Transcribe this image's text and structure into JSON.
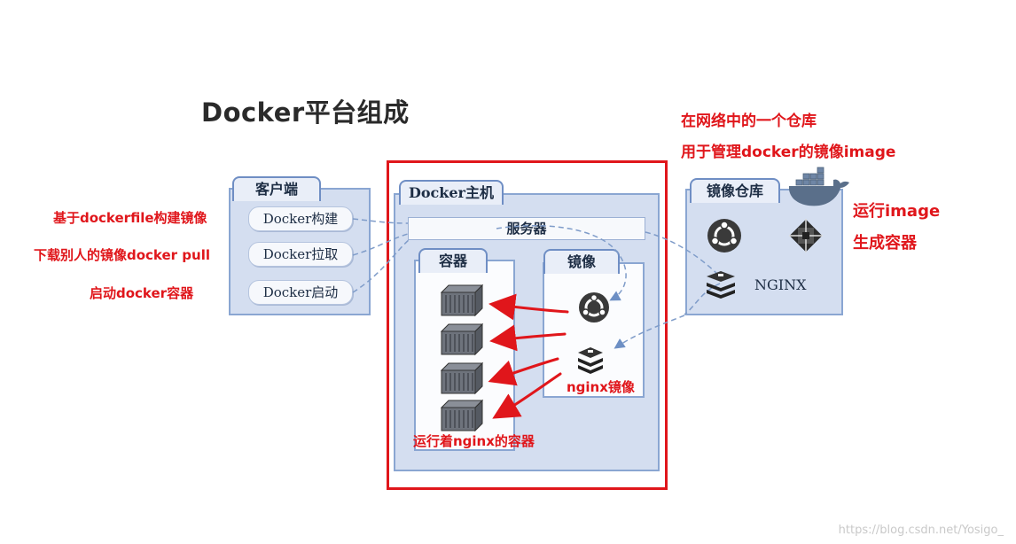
{
  "title": "Docker平台组成",
  "client": {
    "label": "客户端",
    "commands": [
      "Docker构建",
      "Docker拉取",
      "Docker启动"
    ]
  },
  "host": {
    "label": "Docker主机",
    "server": "服务器",
    "containers_label": "容器",
    "images_label": "镜像"
  },
  "registry": {
    "label": "镜像仓库",
    "nginx": "NGINX"
  },
  "annotations": {
    "build": "基于dockerfile构建镜像",
    "pull": "下载别人的镜像docker pull",
    "run": "启动docker容器",
    "registry_line1": "在网络中的一个仓库",
    "registry_line2": "用于管理docker的镜像image",
    "run_image_line1": "运行image",
    "run_image_line2": "生成容器",
    "nginx_image": "nginx镜像",
    "nginx_container": "运行着nginx的容器"
  },
  "watermark": "https://blog.csdn.net/Yosigo_",
  "colors": {
    "accent_red": "#e0161b",
    "panel": "#d4def0",
    "panel_border": "#8aa6d2"
  }
}
